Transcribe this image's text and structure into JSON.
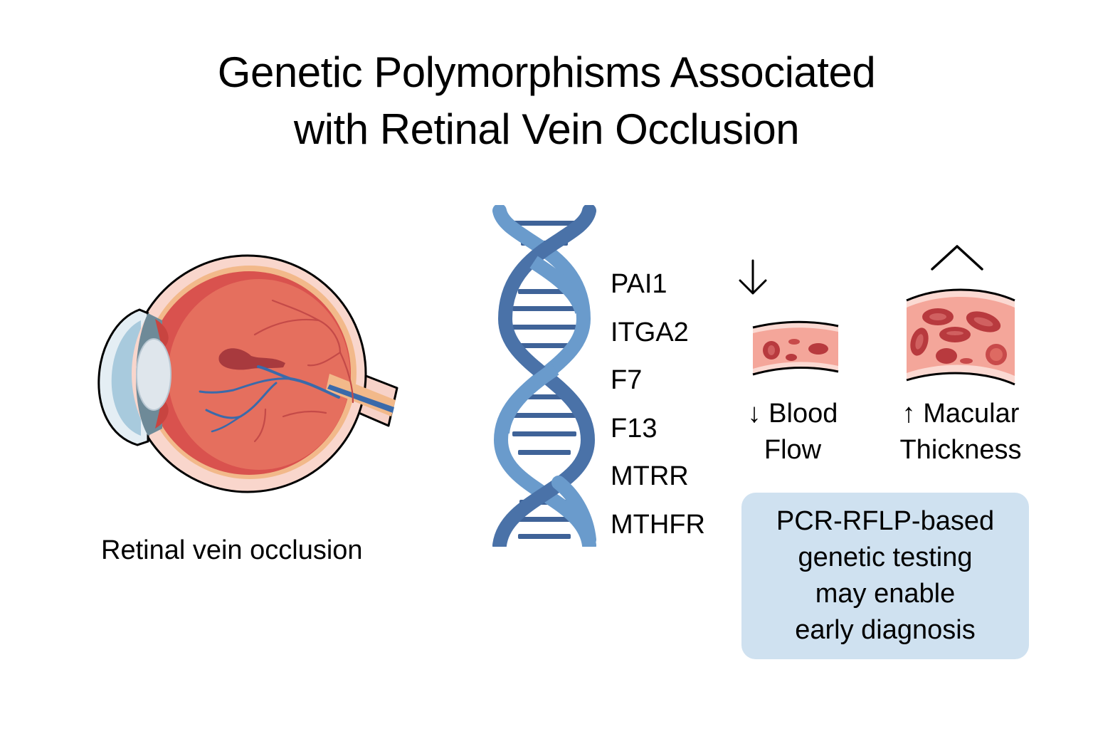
{
  "title": {
    "line1": "Genetic Polymorphisms Associated",
    "line2": "with Retinal Vein Occlusion"
  },
  "eye": {
    "label": "Retinal vein occlusion",
    "icon": "eye-cross-section-icon"
  },
  "dna": {
    "icon": "dna-double-helix-icon",
    "genes": [
      "PAI1",
      "ITGA2",
      "F7",
      "F13",
      "MTRR",
      "MTHFR"
    ]
  },
  "effects": {
    "blood_flow": {
      "indicator": "down-arrow-icon",
      "arrow": "↓",
      "line1": "Blood",
      "line2": "Flow"
    },
    "macular_thickness": {
      "indicator": "chevron-up-icon",
      "arrow": "↑",
      "line1": "Macular",
      "line2": "Thickness"
    }
  },
  "callout": {
    "lines": [
      "PCR-RFLP-based",
      "genetic testing",
      "may enable",
      "early diagnosis"
    ]
  },
  "colors": {
    "dna_light": "#6a9bcc",
    "dna_dark": "#4a72a8",
    "retina": "#e06a5c",
    "vein": "#3a6aaa",
    "callout_bg": "#cfe1f0",
    "vessel_fill": "#f4a69a",
    "blood_cell": "#b83a3e"
  }
}
